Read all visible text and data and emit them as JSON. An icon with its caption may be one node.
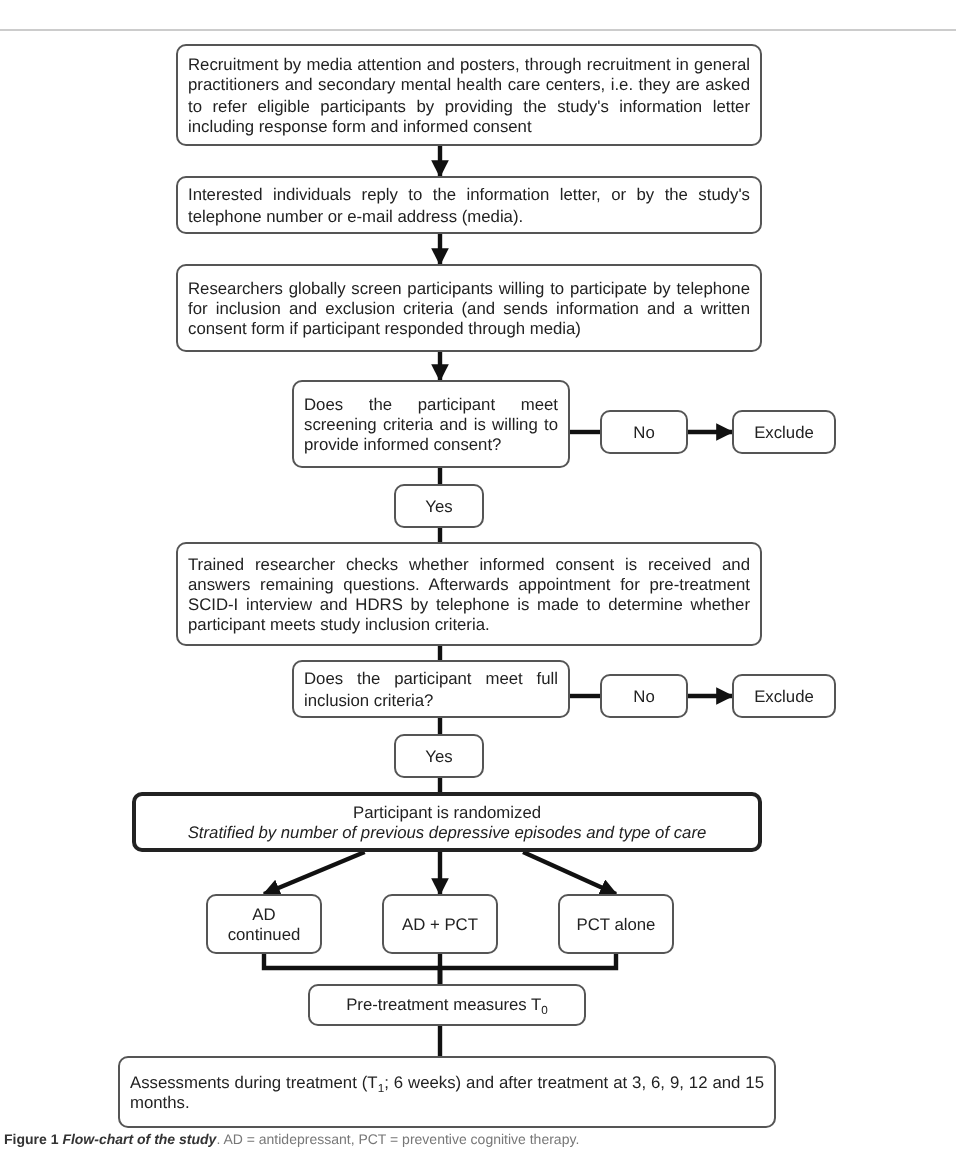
{
  "diagram": {
    "caption": "**Figure 1** *Flow-chart of the study*. AD = antidepressant, PCT = preventive cognitive therapy.",
    "nodes": [
      {
        "text": [
          "Recruitment by media attention and posters, through recruitment in general practitioners and secondary mental health care centers, i.e. they are asked to refer eligible participants by providing the study's information letter including response form and informed consent"
        ]
      },
      {
        "text": [
          "Interested individuals reply to the information letter, or by the study's telephone number or e-mail address (media)."
        ]
      },
      {
        "text": [
          "Researchers globally screen participants willing to participate by telephone for inclusion and exclusion criteria (and sends information and a written consent form if participant responded through media)"
        ]
      },
      {
        "text": [
          "Does the participant meet screening criteria and is willing to provide informed consent?"
        ]
      },
      {
        "text": [
          "No"
        ]
      },
      {
        "text": [
          "Exclude"
        ]
      },
      {
        "text": [
          "Yes"
        ]
      },
      {
        "text": [
          "Trained researcher checks whether informed consent is received and answers remaining questions. Afterwards appointment for pre-treatment SCID-I interview and HDRS by telephone is made to determine whether participant meets study inclusion criteria."
        ]
      },
      {
        "text": [
          "Does the participant meet full inclusion criteria?"
        ]
      },
      {
        "text": [
          "No"
        ]
      },
      {
        "text": [
          "Exclude"
        ]
      },
      {
        "text": [
          "Yes"
        ]
      },
      {
        "text": [
          "Participant is randomized",
          "Stratified by number of previous depressive episodes and type of care"
        ]
      },
      {
        "text": [
          "AD continued"
        ]
      },
      {
        "text": [
          "AD + PCT"
        ]
      },
      {
        "text": [
          "PCT alone"
        ]
      },
      {
        "text": [
          "Pre-treatment measures T$_{0}$"
        ]
      },
      {
        "text": [
          "Assessments during treatment (T$_{1}$; 6 weeks) and after treatment at 3, 6, 9, 12 and 15 months."
        ]
      }
    ],
    "edges": [
      {
        "from": 0,
        "to": 1,
        "arrow": "to"
      },
      {
        "from": 1,
        "to": 2,
        "arrow": "to"
      },
      {
        "from": 2,
        "to": 3,
        "arrow": "to"
      },
      {
        "from": 3,
        "to": 4,
        "arrow": "none"
      },
      {
        "from": 4,
        "to": 5,
        "arrow": "to"
      },
      {
        "from": 3,
        "to": 6,
        "arrow": "none"
      },
      {
        "from": 6,
        "to": 7,
        "arrow": "none"
      },
      {
        "from": 7,
        "to": 8,
        "arrow": "none"
      },
      {
        "from": 8,
        "to": 9,
        "arrow": "none"
      },
      {
        "from": 9,
        "to": 10,
        "arrow": "to"
      },
      {
        "from": 8,
        "to": 11,
        "arrow": "none"
      },
      {
        "from": 11,
        "to": 12,
        "arrow": "none"
      },
      {
        "from": 12,
        "to": 13,
        "arrow": "to"
      },
      {
        "from": 12,
        "to": 14,
        "arrow": "to"
      },
      {
        "from": 12,
        "to": 15,
        "arrow": "to"
      },
      {
        "from": 13,
        "to": 16,
        "arrow": "none"
      },
      {
        "from": 14,
        "to": 16,
        "arrow": "none"
      },
      {
        "from": 15,
        "to": 16,
        "arrow": "none"
      },
      {
        "from": 16,
        "to": 17,
        "arrow": "none"
      }
    ]
  }
}
